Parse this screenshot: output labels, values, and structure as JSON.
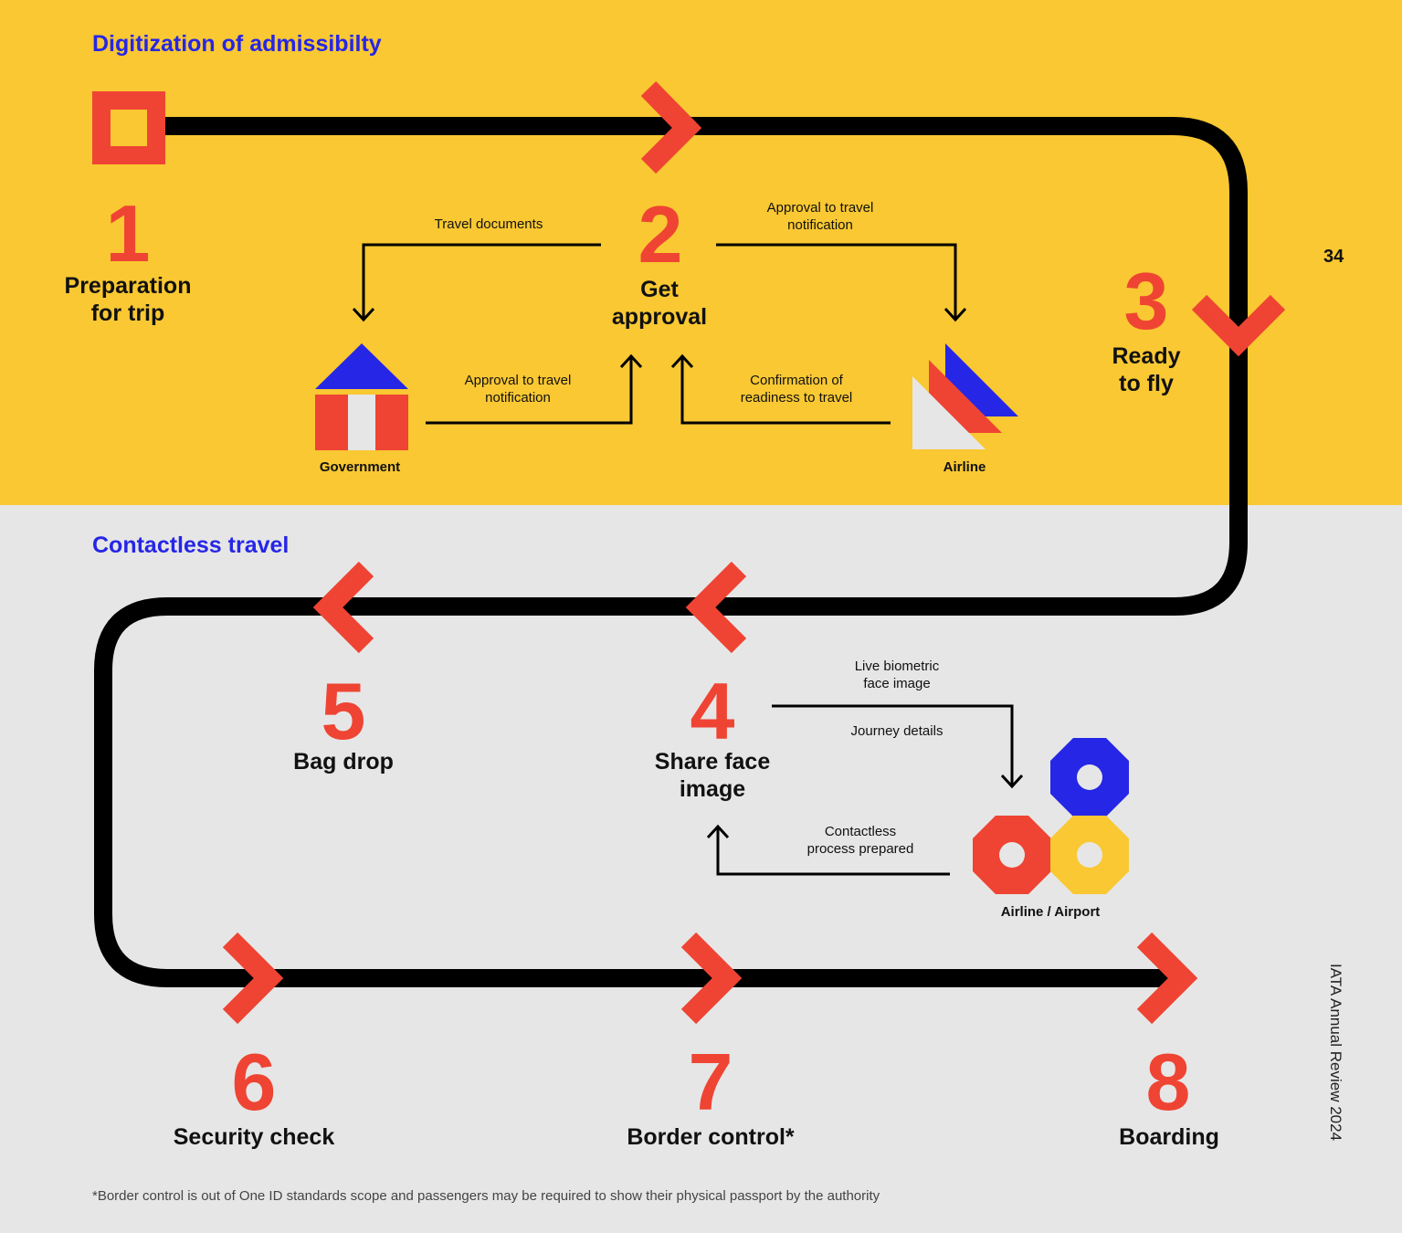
{
  "sections": {
    "top_title": "Digitization of admissibilty",
    "bottom_title": "Contactless travel"
  },
  "steps": [
    {
      "number": "1",
      "label_line1": "Preparation",
      "label_line2": "for trip"
    },
    {
      "number": "2",
      "label_line1": "Get",
      "label_line2": "approval"
    },
    {
      "number": "3",
      "label_line1": "Ready",
      "label_line2": "to fly"
    },
    {
      "number": "4",
      "label_line1": "Share face",
      "label_line2": "image"
    },
    {
      "number": "5",
      "label_line1": "Bag drop",
      "label_line2": ""
    },
    {
      "number": "6",
      "label_line1": "Security check",
      "label_line2": ""
    },
    {
      "number": "7",
      "label_line1": "Border control*",
      "label_line2": ""
    },
    {
      "number": "8",
      "label_line1": "Boarding",
      "label_line2": ""
    }
  ],
  "flows": {
    "travel_documents": "Travel documents",
    "approval_notification_right": {
      "line1": "Approval to travel",
      "line2": "notification"
    },
    "approval_notification_left": {
      "line1": "Approval to travel",
      "line2": "notification"
    },
    "confirmation": {
      "line1": "Confirmation of",
      "line2": "readiness to travel"
    },
    "live_biometric": {
      "line1": "Live biometric",
      "line2": "face image"
    },
    "journey_details": "Journey details",
    "contactless_prepared": {
      "line1": "Contactless",
      "line2": "process prepared"
    }
  },
  "actors": {
    "government": "Government",
    "airline": "Airline",
    "airline_airport": "Airline / Airport"
  },
  "page_number": "34",
  "footnote": "*Border control is out of One ID standards scope and passengers may be required to show their physical passport by the authority",
  "sidebar_text": "IATA Annual Review 2024",
  "colors": {
    "yellow": "#f9c832",
    "grey": "#e6e6e6",
    "red": "#ef4433",
    "blue": "#2626e6",
    "path": "#000000"
  }
}
